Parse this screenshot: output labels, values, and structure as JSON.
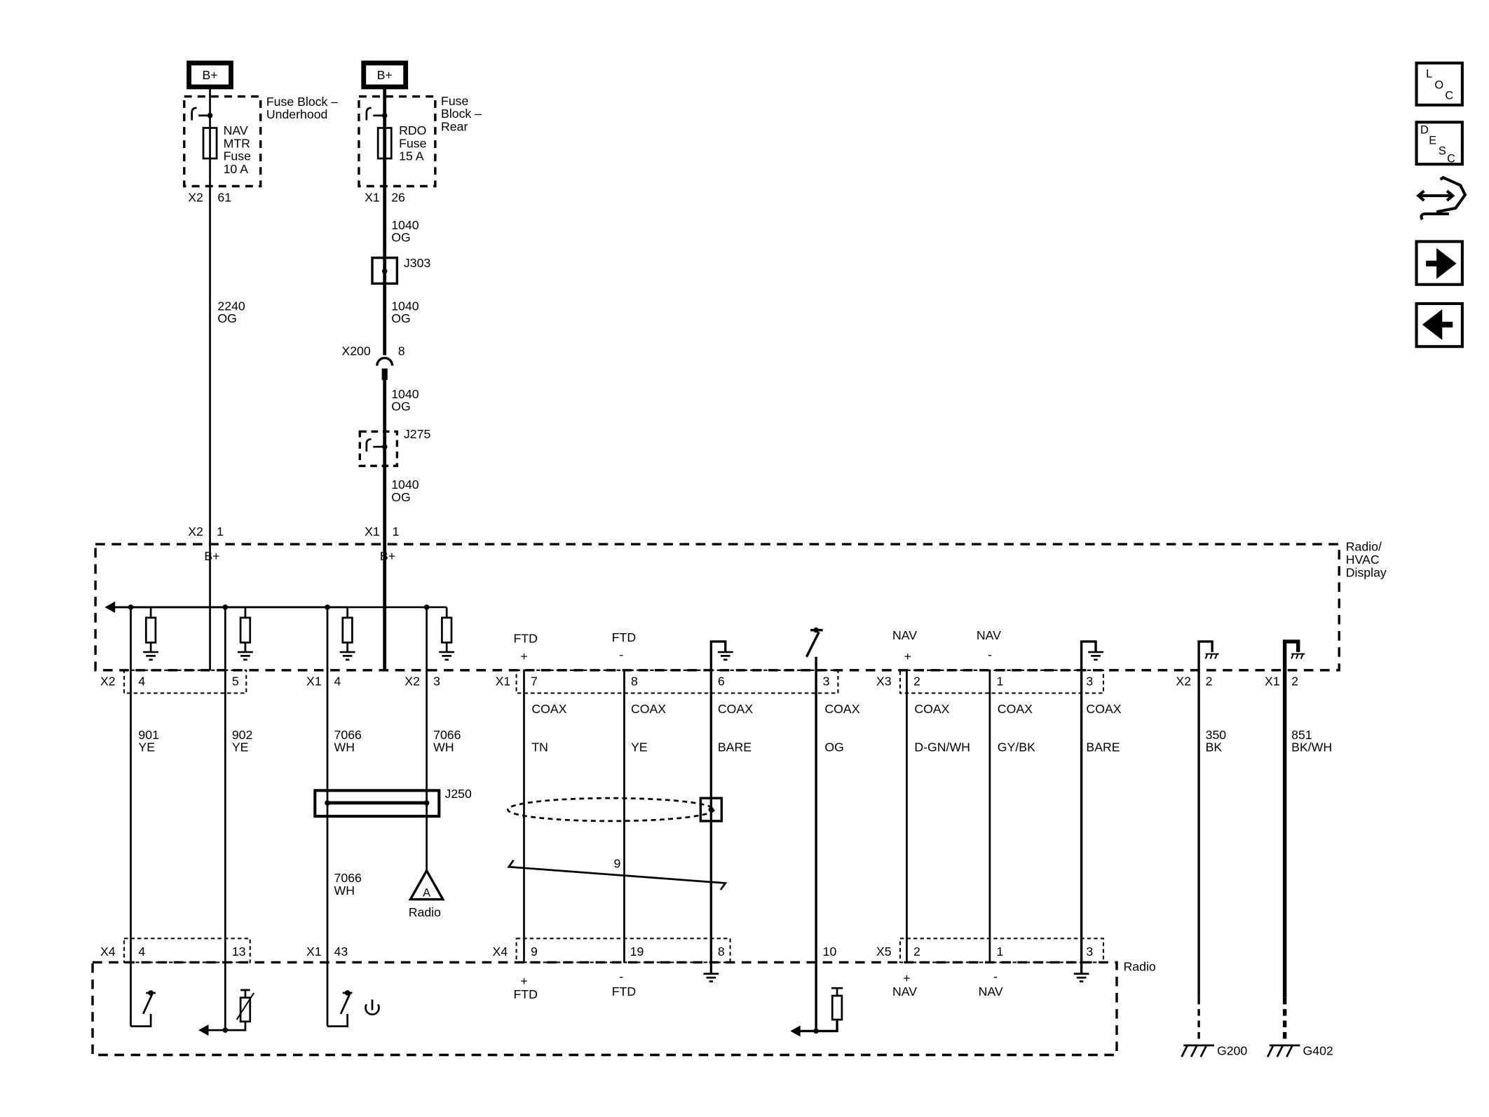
{
  "colors": {
    "line": "#000000",
    "background": "#ffffff"
  },
  "supply": {
    "nav_mtr": {
      "source": "B+",
      "fuse_block": [
        "Fuse Block –",
        "Underhood"
      ],
      "fuse": [
        "NAV",
        "MTR",
        "Fuse",
        "10 A"
      ],
      "top_conn": "X2",
      "top_pin": "61",
      "wire": [
        "2240",
        "OG"
      ],
      "bot_conn": "X2",
      "bot_pin": "1",
      "terminal": "B+"
    },
    "rdo": {
      "source": "B+",
      "fuse_block": [
        "Fuse",
        "Block –",
        "Rear"
      ],
      "fuse": [
        "RDO",
        "Fuse",
        "15 A"
      ],
      "top_conn": "X1",
      "top_pin": "26",
      "wire1": [
        "1040",
        "OG"
      ],
      "splice1": "J303",
      "wire2": [
        "1040",
        "OG"
      ],
      "inline_conn": "X200",
      "inline_pin": "8",
      "wire3": [
        "1040",
        "OG"
      ],
      "splice2": "J275",
      "wire4": [
        "1040",
        "OG"
      ],
      "bot_conn": "X1",
      "bot_pin": "1",
      "terminal": "B+"
    }
  },
  "display_module": {
    "label": [
      "Radio/",
      "HVAC",
      "Display"
    ]
  },
  "radio_module": {
    "label": "Radio"
  },
  "upper_conns": {
    "c1": {
      "conn": "X2",
      "pins": [
        "4",
        "5"
      ]
    },
    "c2": {
      "conn": "X1",
      "pin": "4"
    },
    "c3": {
      "conn": "X2",
      "pin": "3"
    },
    "c4": {
      "conn": "X1",
      "pins": [
        "7",
        "8",
        "6",
        "3"
      ]
    },
    "c5": {
      "conn": "X3",
      "pins": [
        "2",
        "1",
        "3"
      ]
    },
    "c6": {
      "conn": "X2",
      "pin": "2"
    },
    "c7": {
      "conn": "X1",
      "pin": "2"
    }
  },
  "lower_conns": {
    "c1": {
      "conn": "X4",
      "pins": [
        "4",
        "13"
      ]
    },
    "c2": {
      "conn": "X1",
      "pin": "43"
    },
    "c4": {
      "conn": "X4",
      "pins": [
        "9",
        "19",
        "8",
        "10"
      ]
    },
    "c5": {
      "conn": "X5",
      "pins": [
        "2",
        "1",
        "3"
      ]
    }
  },
  "signals": {
    "ftd_pos": {
      "name": "FTD",
      "sign": "+"
    },
    "ftd_neg": {
      "name": "FTD",
      "sign": "-"
    },
    "nav_pos": {
      "name": "NAV",
      "sign": "+"
    },
    "nav_neg": {
      "name": "NAV",
      "sign": "-"
    }
  },
  "wires": {
    "w901": [
      "901",
      "YE"
    ],
    "w902": [
      "902",
      "YE"
    ],
    "w7066a": [
      "7066",
      "WH"
    ],
    "w7066b": [
      "7066",
      "WH"
    ],
    "w7066c": [
      "7066",
      "WH"
    ],
    "w350": [
      "350",
      "BK"
    ],
    "w851": [
      "851",
      "BK/WH"
    ],
    "coax": [
      {
        "type": "COAX",
        "color": "TN"
      },
      {
        "type": "COAX",
        "color": "YE"
      },
      {
        "type": "COAX",
        "color": "BARE"
      },
      {
        "type": "COAX",
        "color": "OG"
      },
      {
        "type": "COAX",
        "color": "D-GN/WH"
      },
      {
        "type": "COAX",
        "color": "GY/BK"
      },
      {
        "type": "COAX",
        "color": "BARE"
      }
    ]
  },
  "splices": {
    "j250": "J250",
    "twist_count": "9"
  },
  "off_page": {
    "letter": "A",
    "label": "Radio"
  },
  "grounds": {
    "g200": "G200",
    "g402": "G402"
  },
  "nav_icons": [
    {
      "name": "loc-icon",
      "letters": [
        "L",
        "O",
        "C"
      ]
    },
    {
      "name": "desc-icon",
      "letters": [
        "D",
        "E",
        "S",
        "C"
      ]
    },
    {
      "name": "connector-wrench-icon"
    },
    {
      "name": "arrow-right-icon"
    },
    {
      "name": "arrow-left-icon"
    }
  ]
}
